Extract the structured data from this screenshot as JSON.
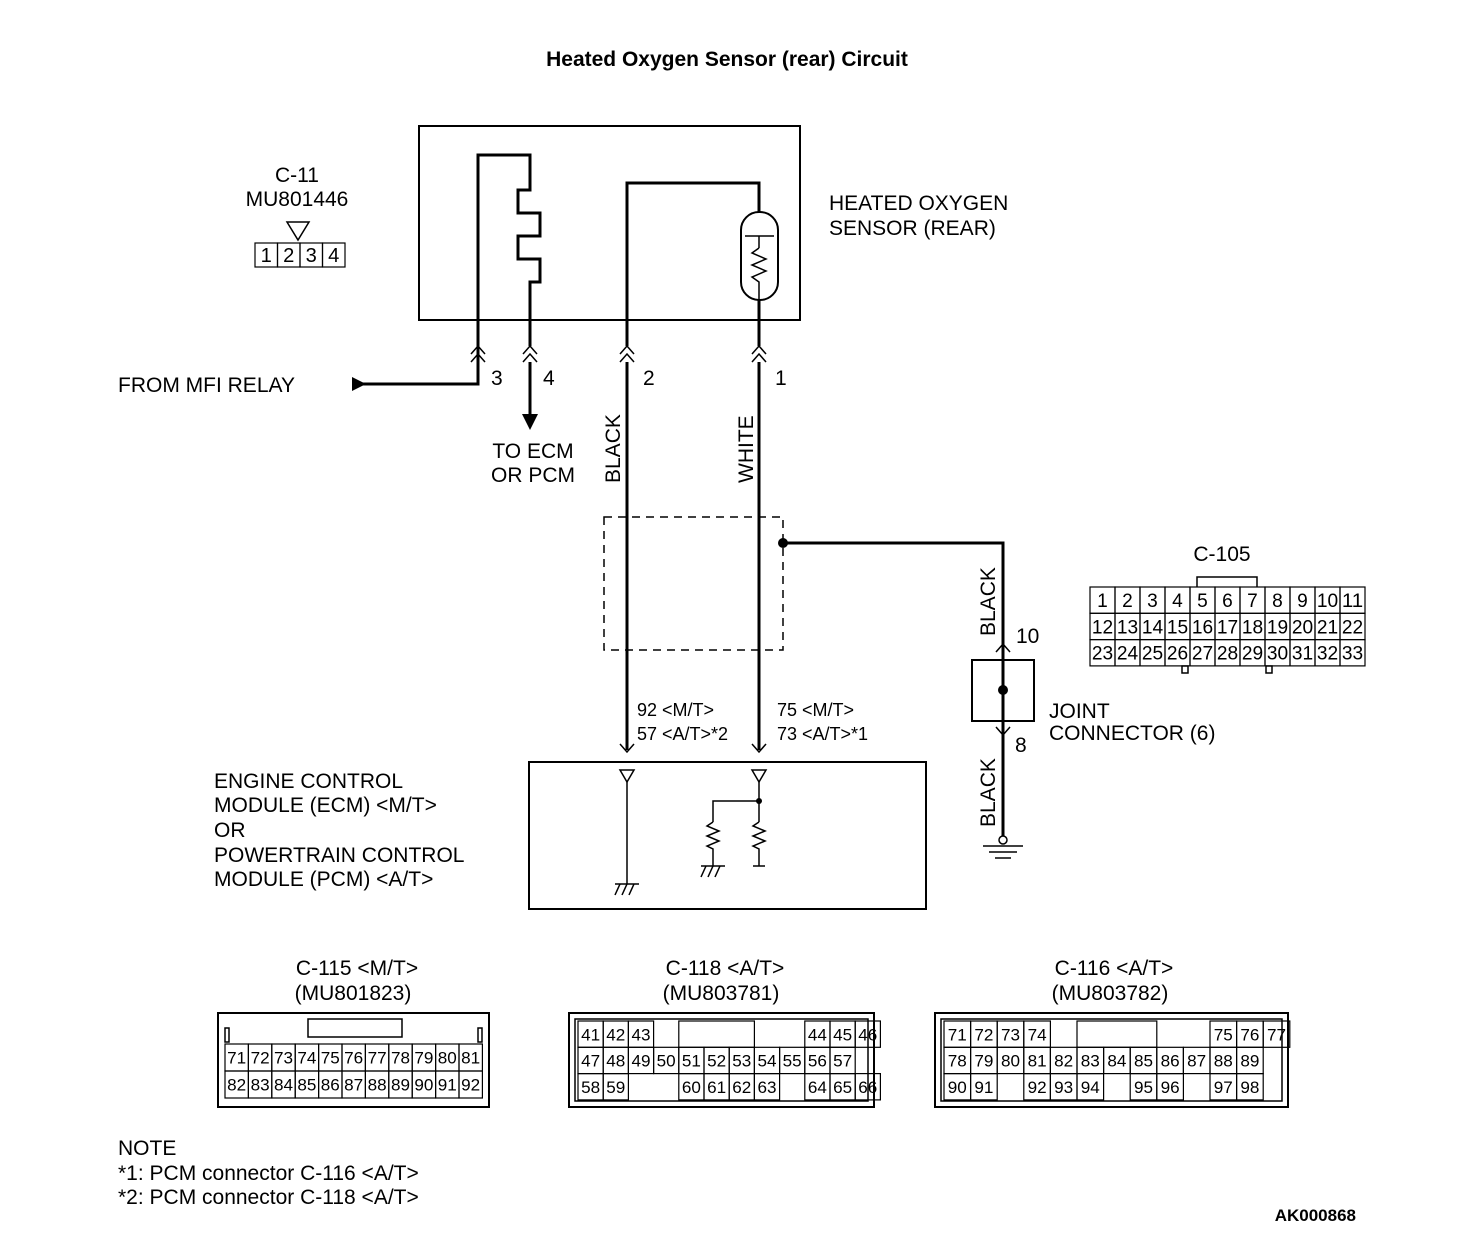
{
  "title": "Heated Oxygen Sensor (rear) Circuit",
  "code": "AK000868",
  "sensor": {
    "label_line1": "HEATED OXYGEN",
    "label_line2": "SENSOR (REAR)"
  },
  "connector_c11": {
    "name": "C-11",
    "part": "MU801446",
    "pins": [
      "1",
      "2",
      "3",
      "4"
    ]
  },
  "wires": {
    "pin3": "3",
    "pin4": "4",
    "pin2": "2",
    "pin1": "1",
    "from_mfi_relay": "FROM MFI RELAY",
    "to_ecm_line1": "TO ECM",
    "to_ecm_line2": "OR PCM",
    "black": "BLACK",
    "white": "WHITE"
  },
  "ecm_terminals": {
    "left_line1": "92 <M/T>",
    "left_line2": "57 <A/T>*2",
    "right_line1": "75 <M/T>",
    "right_line2": "73 <A/T>*1"
  },
  "ecm": {
    "line1": "ENGINE CONTROL",
    "line2": "MODULE (ECM) <M/T>",
    "line3": "OR",
    "line4": "POWERTRAIN CONTROL",
    "line5": "MODULE (PCM) <A/T>"
  },
  "joint_connector": {
    "line1": "JOINT",
    "line2": "CONNECTOR (6)",
    "pin_top": "10",
    "pin_bottom": "8",
    "wire_top": "BLACK",
    "wire_bottom": "BLACK"
  },
  "connector_c105": {
    "name": "C-105",
    "rows": [
      [
        "1",
        "2",
        "3",
        "4",
        "5",
        "6",
        "7",
        "8",
        "9",
        "10",
        "11"
      ],
      [
        "12",
        "13",
        "14",
        "15",
        "16",
        "17",
        "18",
        "19",
        "20",
        "21",
        "22"
      ],
      [
        "23",
        "24",
        "25",
        "26",
        "27",
        "28",
        "29",
        "30",
        "31",
        "32",
        "33"
      ]
    ]
  },
  "connector_c115": {
    "name": "C-115 <M/T>",
    "part": "(MU801823)",
    "rows": [
      [
        "71",
        "72",
        "73",
        "74",
        "75",
        "76",
        "77",
        "78",
        "79",
        "80",
        "81"
      ],
      [
        "82",
        "83",
        "84",
        "85",
        "86",
        "87",
        "88",
        "89",
        "90",
        "91",
        "92"
      ]
    ]
  },
  "connector_c118": {
    "name": "C-118 <A/T>",
    "part": "(MU803781)",
    "row1": [
      [
        "41",
        "0"
      ],
      [
        "42",
        "1"
      ],
      [
        "43",
        "2"
      ],
      [
        "44",
        "9"
      ],
      [
        "45",
        "10"
      ],
      [
        "46",
        "11"
      ]
    ],
    "row2": [
      "47",
      "48",
      "49",
      "50",
      "51",
      "52",
      "53",
      "54",
      "55",
      "56",
      "57"
    ],
    "row3": [
      [
        "58",
        "0"
      ],
      [
        "59",
        "1"
      ],
      [
        "60",
        "4"
      ],
      [
        "61",
        "5"
      ],
      [
        "62",
        "6"
      ],
      [
        "63",
        "7"
      ],
      [
        "64",
        "9"
      ],
      [
        "65",
        "10"
      ],
      [
        "66",
        "11"
      ]
    ]
  },
  "connector_c116": {
    "name": "C-116 <A/T>",
    "part": "(MU803782)",
    "row1": [
      [
        "71",
        "0"
      ],
      [
        "72",
        "1"
      ],
      [
        "73",
        "2"
      ],
      [
        "74",
        "3"
      ],
      [
        "75",
        "10"
      ],
      [
        "76",
        "11"
      ],
      [
        "77",
        "12"
      ]
    ],
    "row2": [
      "78",
      "79",
      "80",
      "81",
      "82",
      "83",
      "84",
      "85",
      "86",
      "87",
      "88",
      "89"
    ],
    "row3": [
      [
        "90",
        "0"
      ],
      [
        "91",
        "1"
      ],
      [
        "92",
        "3"
      ],
      [
        "93",
        "4"
      ],
      [
        "94",
        "5"
      ],
      [
        "95",
        "7"
      ],
      [
        "96",
        "8"
      ],
      [
        "97",
        "10"
      ],
      [
        "98",
        "11"
      ]
    ]
  },
  "note": {
    "heading": "NOTE",
    "line1": "*1: PCM connector C-116 <A/T>",
    "line2": "*2: PCM connector C-118 <A/T>"
  }
}
